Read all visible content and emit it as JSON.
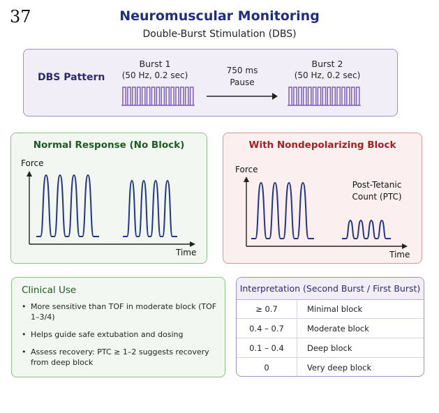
{
  "page_number": "37",
  "title": "Neuromuscular Monitoring",
  "subtitle": "Double-Burst Stimulation (DBS)",
  "pattern": {
    "label": "DBS Pattern",
    "burst1": {
      "name": "Burst 1",
      "params": "(50 Hz, 0.2 sec)"
    },
    "pause": {
      "value": "750 ms",
      "label": "Pause"
    },
    "burst2": {
      "name": "Burst 2",
      "params": "(50 Hz, 0.2 sec)"
    }
  },
  "normal": {
    "title": "Normal Response (No Block)",
    "ylabel": "Force",
    "xlabel": "Time"
  },
  "block": {
    "title": "With Nondepolarizing Block",
    "ylabel": "Force",
    "xlabel": "Time",
    "annotation_line1": "Post-Tetanic",
    "annotation_line2": "Count (PTC)"
  },
  "clinical": {
    "title": "Clinical Use",
    "items": [
      "More sensitive than TOF in moderate block (TOF 1–3/4)",
      "Helps guide safe extubation and dosing",
      "Assess recovery: PTC ≥ 1–2 suggests recovery from deep block"
    ]
  },
  "interpretation": {
    "title": "Interpretation (Second Burst / First Burst)",
    "rows": [
      {
        "ratio": "≥ 0.7",
        "meaning": "Minimal block"
      },
      {
        "ratio": "0.4 – 0.7",
        "meaning": "Moderate block"
      },
      {
        "ratio": "0.1 – 0.4",
        "meaning": "Deep block"
      },
      {
        "ratio": "0",
        "meaning": "Very deep block"
      }
    ]
  },
  "colors": {
    "title": "#1f2f7a",
    "pulse": "#7a5fb5",
    "wave": "#24357f",
    "normal_title": "#1d5a22",
    "block_title": "#a21f25"
  }
}
